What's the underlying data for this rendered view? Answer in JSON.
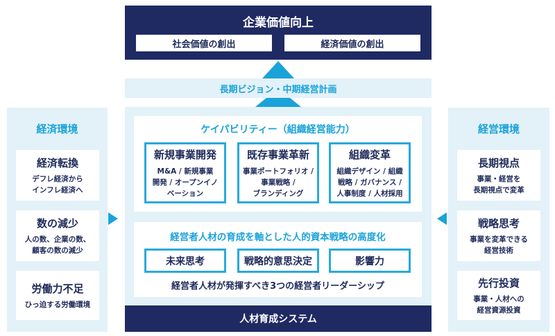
{
  "top": {
    "title": "企業価値向上",
    "items": [
      "社会価値の創出",
      "経済価値の創出"
    ]
  },
  "vision": "長期ビジョン・中期経営計画",
  "capability": {
    "title": "ケイパビリティー（組織経営能力）",
    "boxes": [
      {
        "title": "新規事業開発",
        "lines": [
          "M&A / 新規事業",
          "開発 / オープンイノ",
          "ベーション"
        ]
      },
      {
        "title": "既存事業革新",
        "lines": [
          "事業ポートフォリオ /",
          "事業戦略 /",
          "ブランディング"
        ]
      },
      {
        "title": "組織変革",
        "lines": [
          "組織デザイン / 組織",
          "戦略 / ガバナンス /",
          "人事制度 / 人材採用"
        ]
      }
    ]
  },
  "leadership": {
    "title": "経営者人材の育成を軸とした人的資本戦略の高度化",
    "items": [
      "未来思考",
      "戦略的意思決定",
      "影響力"
    ],
    "caption": "経営者人材が発揮すべき3つの経営者リーダーシップ"
  },
  "bottom": "人材育成システム",
  "left": {
    "title": "経済環境",
    "cards": [
      {
        "title": "経済転換",
        "lines": [
          "デフレ経済から",
          "インフレ経済へ"
        ]
      },
      {
        "title": "数の減少",
        "lines": [
          "人の数、企業の数、",
          "顧客の数の減少"
        ]
      },
      {
        "title": "労働力不足",
        "lines": [
          "ひっ迫する労働環境"
        ]
      }
    ]
  },
  "right": {
    "title": "経営環境",
    "cards": [
      {
        "title": "長期視点",
        "lines": [
          "事業・経営を",
          "長期視点で変革"
        ]
      },
      {
        "title": "戦略思考",
        "lines": [
          "事業を変革できる",
          "経営技術"
        ]
      },
      {
        "title": "先行投資",
        "lines": [
          "事業・人材への",
          "経営資源投資"
        ]
      }
    ]
  },
  "colors": {
    "navy": "#1f2a63",
    "cyan": "#1aa3d9",
    "light": "#e3f1f9"
  }
}
